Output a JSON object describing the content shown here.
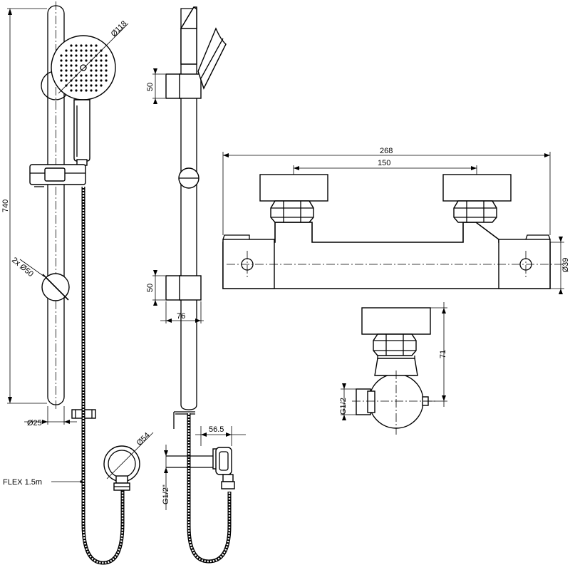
{
  "drawing": {
    "dimensions": {
      "bar_length": "740",
      "bar_diameter": "Ø25",
      "bracket_diameter": "2x Ø50",
      "head_diameter": "Ø118",
      "outlet_diameter": "Ø54",
      "hose": "FLEX 1.5m",
      "bracket_height_top": "50",
      "bracket_height_bottom": "50",
      "bracket_projection": "76",
      "outlet_projection": "56.5",
      "outlet_thread": "G1/2\"",
      "valve_width": "268",
      "valve_centres": "150",
      "valve_body_diameter": "Ø39",
      "valve_depth": "71",
      "valve_inlet_thread": "G1/2"
    }
  }
}
